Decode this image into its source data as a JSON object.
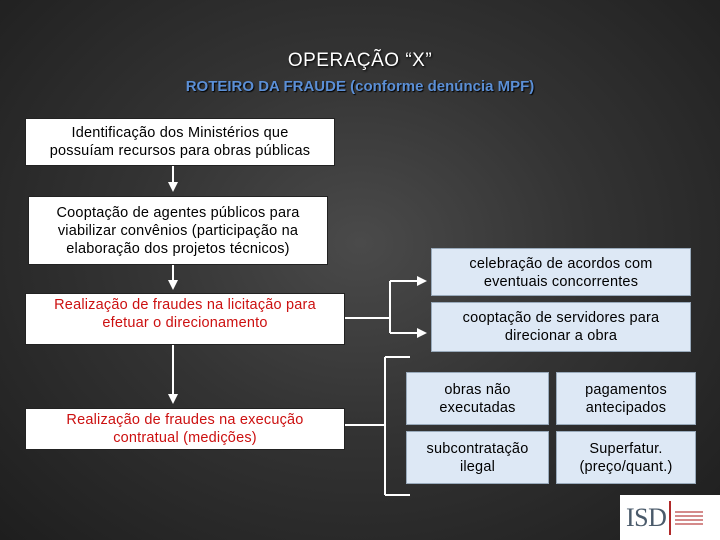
{
  "title": "OPERAÇÃO “X”",
  "subtitle": "ROTEIRO DA FRAUDE (conforme denúncia MPF)",
  "steps": [
    {
      "line1": "Identificação dos Ministérios que",
      "line2": "possuíam recursos para obras públicas"
    },
    {
      "line1": "Cooptação de agentes públicos para",
      "line2": "viabilizar convênios (participação na",
      "line3": "elaboração dos projetos técnicos)"
    },
    {
      "line1": "Realização de fraudes na licitação para",
      "line2": "efetuar o direcionamento"
    },
    {
      "line1": "Realização de fraudes na execução",
      "line2": "contratual (medições)"
    }
  ],
  "licitacao_branches": [
    {
      "line1": "celebração de acordos com",
      "line2": "eventuais concorrentes"
    },
    {
      "line1": "cooptação de servidores para",
      "line2": "direcionar a obra"
    }
  ],
  "execucao_branches": [
    {
      "line1": "obras não",
      "line2": "executadas"
    },
    {
      "line1": "pagamentos",
      "line2": "antecipados"
    },
    {
      "line1": "subcontratação",
      "line2": "ilegal"
    },
    {
      "line1": "Superfatur.",
      "line2": "(preço/quant.)"
    }
  ],
  "logo": {
    "text": "ISD"
  },
  "colors": {
    "subtitle": "#5b8fd6",
    "fraud_text": "#cc1010",
    "branch_box": "#dde8f5"
  }
}
